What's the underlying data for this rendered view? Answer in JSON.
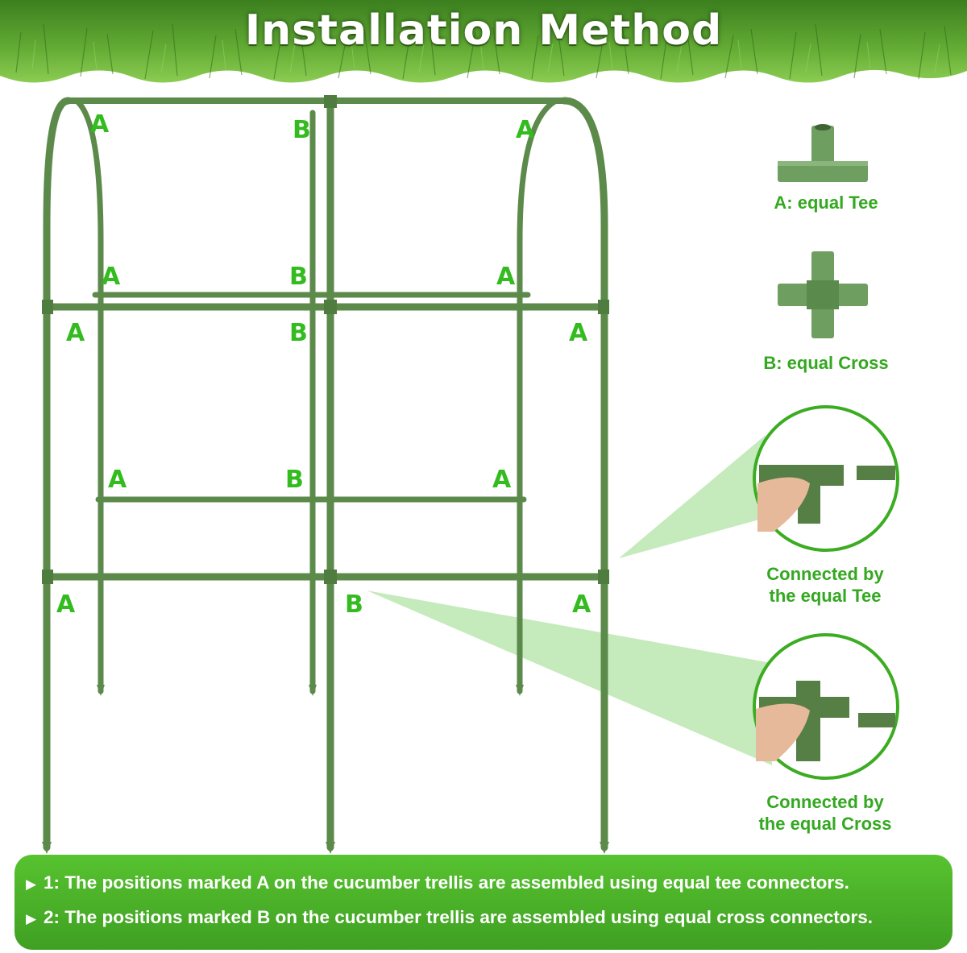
{
  "title": "Installation Method",
  "markers": {
    "a": "A",
    "b": "B"
  },
  "legend": {
    "tee_label": "A: equal Tee",
    "cross_label": "B: equal Cross",
    "tee_connected_line1": "Connected by",
    "tee_connected_line2": "the equal Tee",
    "cross_connected_line1": "Connected by",
    "cross_connected_line2": "the equal Cross"
  },
  "notes": [
    "1: The positions marked A on the cucumber trellis are assembled using equal tee connectors.",
    "2: The positions marked B on the cucumber trellis are assembled using equal cross connectors."
  ],
  "colors": {
    "trellis_green": "#5b8a4a",
    "marker_green": "#33bb1f",
    "footer_green": "#4cb22a",
    "grass_green": "#4f9a2c"
  }
}
